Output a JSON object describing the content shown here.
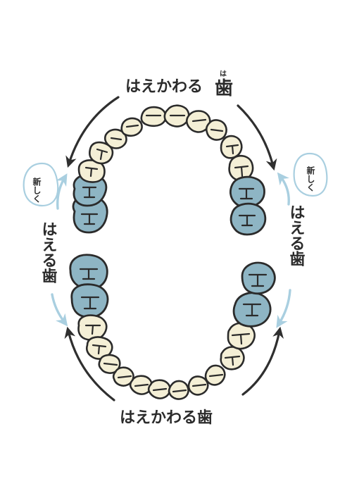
{
  "labels": {
    "top_text": "はえかわる",
    "top_kanji": "歯",
    "top_ruby": "は",
    "bottom_text": "はえかわる歯",
    "left_side_text": "はえる歯",
    "right_side_text": "はえる歯",
    "left_bubble": "新しく",
    "right_bubble": "新しく"
  },
  "colors": {
    "primary_tooth": "#f4efd6",
    "permanent_tooth": "#8eb5c4",
    "outline": "#2b2b2b",
    "arrow_dark": "#2f2f2f",
    "arrow_light": "#a9cfe0"
  },
  "dentition": {
    "upper": [
      "perm",
      "perm",
      "prim",
      "prim",
      "prim",
      "prim",
      "prim",
      "prim",
      "prim",
      "prim",
      "prim",
      "prim",
      "perm",
      "perm"
    ],
    "lower": [
      "perm",
      "perm",
      "prim",
      "prim",
      "prim",
      "prim",
      "prim",
      "prim",
      "prim",
      "prim",
      "prim",
      "prim",
      "perm",
      "perm"
    ]
  }
}
